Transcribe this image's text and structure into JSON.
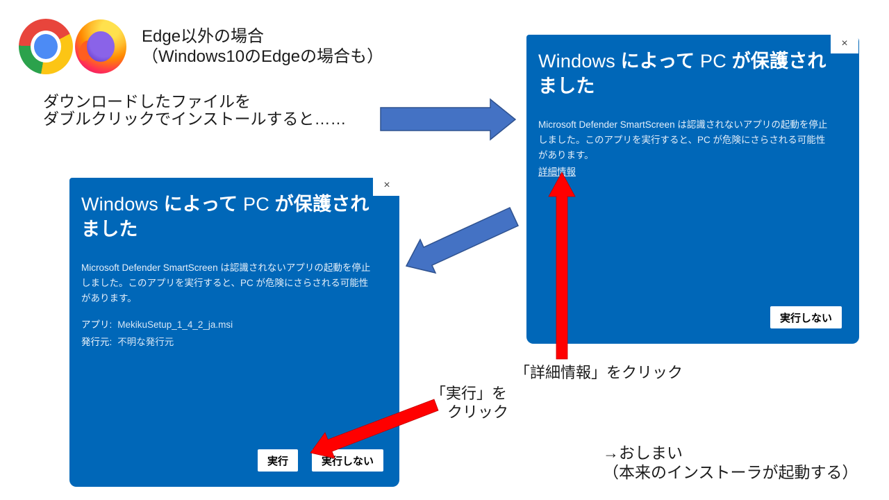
{
  "colors": {
    "dialog_blue": "#0067b8",
    "arrow_blue_fill": "#4472c4",
    "arrow_blue_stroke": "#2f528f",
    "arrow_red_fill": "#ff0000",
    "arrow_red_stroke": "#c00000"
  },
  "icons": {
    "chrome": "chrome-browser-logo",
    "firefox": "firefox-browser-logo",
    "close": "×"
  },
  "annotations": {
    "browser_note": {
      "line1": "Edge以外の場合",
      "line2": "（Windows10のEdgeの場合も）"
    },
    "download_note": {
      "line1": "ダウンロードしたファイルを",
      "line2": "ダブルクリックでインストールすると……"
    },
    "details_click": "「詳細情報」をクリック",
    "run_click": {
      "line1": "「実行」を",
      "line2": "クリック"
    },
    "end_note": {
      "line1": "→おしまい",
      "line2": "（本来のインストーラが起動する）"
    }
  },
  "smartscreen": {
    "title": {
      "latin1": "Windows ",
      "jp1": "によって ",
      "latin2": "PC ",
      "jp2": "が保護されました"
    },
    "body": "Microsoft Defender SmartScreen は認識されないアプリの起動を停止しました。このアプリを実行すると、PC が危険にさらされる可能性があります。",
    "more_info_link": "詳細情報",
    "app_label": "アプリ:",
    "app_value": "MekikuSetup_1_4_2_ja.msi",
    "publisher_label": "発行元:",
    "publisher_value": "不明な発行元",
    "run_button": "実行",
    "dont_run_button": "実行しない",
    "close_button": "×"
  }
}
